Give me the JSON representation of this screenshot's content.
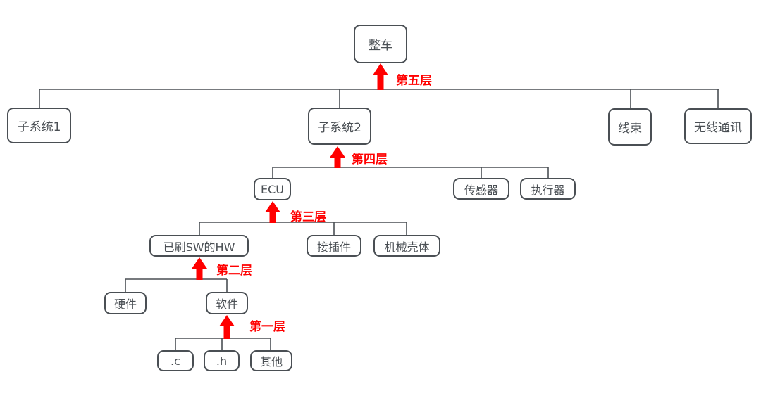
{
  "diagram": {
    "type": "tree-hierarchy",
    "nodes": {
      "vehicle": "整车",
      "subsystem1": "子系统1",
      "subsystem2": "子系统2",
      "harness": "线束",
      "wireless": "无线通讯",
      "ecu": "ECU",
      "sensor": "传感器",
      "actuator": "执行器",
      "flashed_hw": "已刷SW的HW",
      "connector": "接插件",
      "housing": "机械壳体",
      "hardware": "硬件",
      "software": "软件",
      "c_file": ".c",
      "h_file": ".h",
      "other": "其他"
    },
    "level_labels": {
      "level5": "第五层",
      "level4": "第四层",
      "level3": "第三层",
      "level2": "第二层",
      "level1": "第一层"
    },
    "hierarchy": [
      {
        "parent": "整车",
        "children": [
          "子系统1",
          "子系统2",
          "线束",
          "无线通讯"
        ],
        "level_arrow": "第五层"
      },
      {
        "parent": "子系统2",
        "children": [
          "ECU",
          "传感器",
          "执行器"
        ],
        "level_arrow": "第四层"
      },
      {
        "parent": "ECU",
        "children": [
          "已刷SW的HW",
          "接插件",
          "机械壳体"
        ],
        "level_arrow": "第三层"
      },
      {
        "parent": "已刷SW的HW",
        "children": [
          "硬件",
          "软件"
        ],
        "level_arrow": "第二层"
      },
      {
        "parent": "软件",
        "children": [
          ".c",
          ".h",
          "其他"
        ],
        "level_arrow": "第一层"
      }
    ],
    "colors": {
      "box_border": "#4a4f54",
      "connector_line": "#4a4f54",
      "text": "#4a4f54",
      "arrow_and_label": "#ff0000",
      "background": "#ffffff"
    }
  }
}
